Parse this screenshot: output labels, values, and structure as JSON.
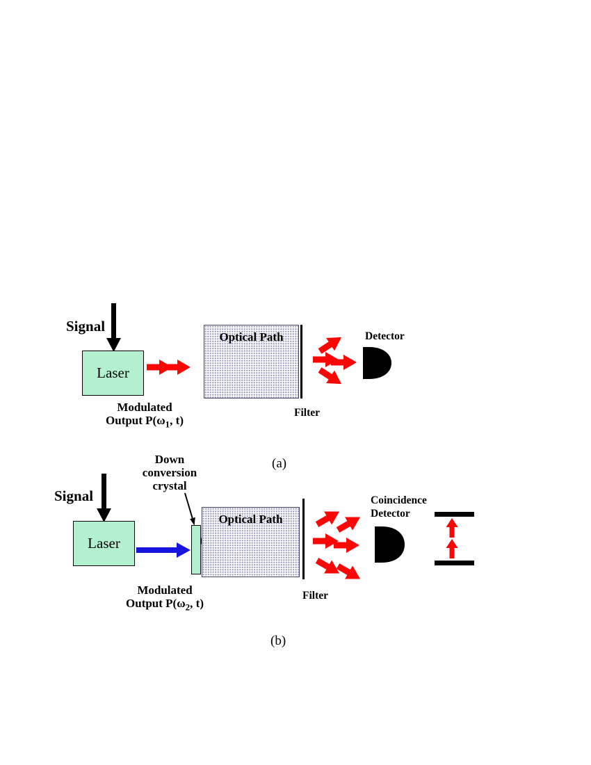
{
  "figure": {
    "caption_a": "(a)",
    "caption_b": "(b)"
  },
  "diagram_a": {
    "signal_label": "Signal",
    "laser_label": "Laser",
    "modulated_line1": "Modulated",
    "modulated_line2_pre": "Output P(ω",
    "modulated_sub": "1",
    "modulated_line2_post": ", t)",
    "optical_path_label": "Optical Path",
    "filter_label": "Filter",
    "detector_label": "Detector"
  },
  "diagram_b": {
    "down_conversion_line1": "Down",
    "down_conversion_line2": "conversion",
    "down_conversion_line3": "crystal",
    "signal_label": "Signal",
    "laser_label": "Laser",
    "modulated_line1": "Modulated",
    "modulated_line2_pre": "Output P(ω",
    "modulated_sub": "2",
    "modulated_line2_post": ", t)",
    "optical_path_label": "Optical Path",
    "filter_label": "Filter",
    "detector_label_line1": "Coincidence",
    "detector_label_line2": "Detector"
  },
  "colors": {
    "laser_fill": "#b2f0cf",
    "arrow_red": "#fb0505",
    "arrow_blue": "#1515dd",
    "ink": "#000000",
    "stipple_dot": "#9a9ac0"
  }
}
